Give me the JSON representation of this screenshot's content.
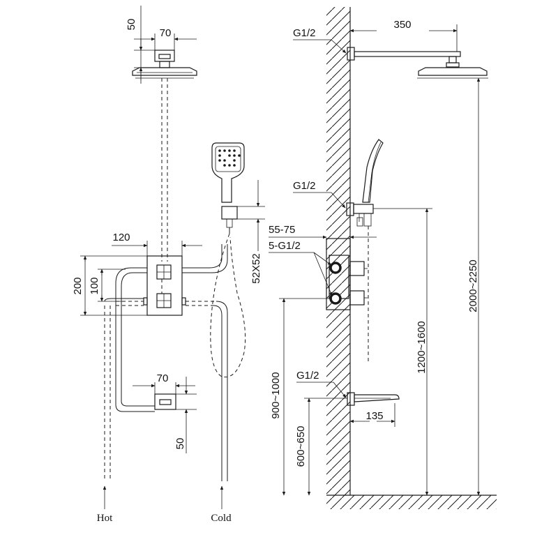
{
  "colors": {
    "line": "#1a1a1a",
    "background": "#ffffff"
  },
  "front_view": {
    "top_height": "50",
    "top_width": "70",
    "box_width": "120",
    "box_height": "200",
    "box_gap": "100",
    "holder_size": "52X52",
    "bottom_width": "70",
    "bottom_height": "50",
    "hot_label": "Hot",
    "cold_label": "Cold"
  },
  "side_view": {
    "arm_length": "350",
    "arm_thread": "G1/2",
    "holder_thread": "G1/2",
    "valve_depth": "55-75",
    "valve_ports": "5-G1/2",
    "spout_thread": "G1/2",
    "spout_length": "135",
    "valve_height": "900~1000",
    "spout_height": "600~650",
    "holder_height": "1200~1600",
    "overhead_height": "2000~2250"
  }
}
